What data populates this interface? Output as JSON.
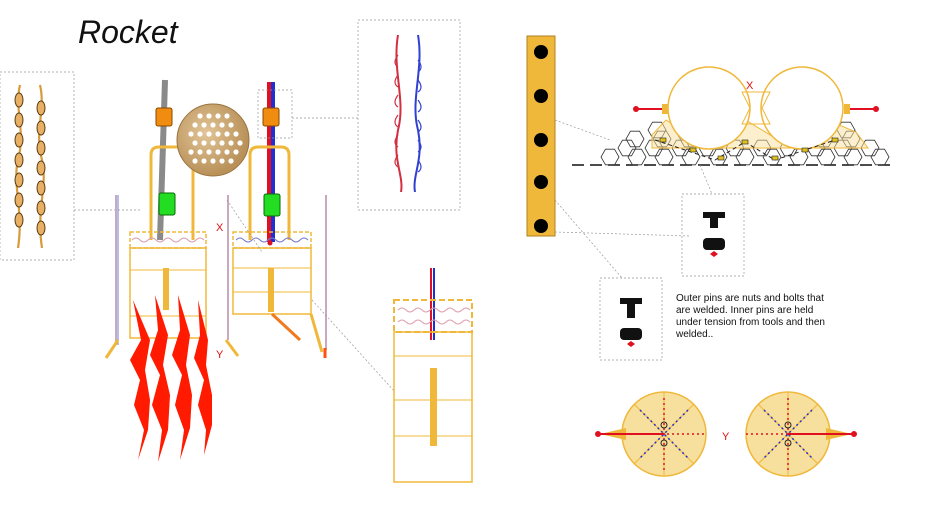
{
  "title": "Rocket",
  "labels": {
    "x_left": "X",
    "y_left": "Y",
    "x_right": "X",
    "y_right": "Y"
  },
  "note": "Outer pins are nuts and bolts that are welded. Inner pins are held under tension from tools and then welded..",
  "colors": {
    "frame": "#f0b83a",
    "frame_fill": "#f7df9e",
    "flame": "#ff1a00",
    "red": "#e01020",
    "blue": "#2030d0",
    "grey": "#8a8a8a",
    "orange_block": "#f08c10",
    "green_block": "#22dd22",
    "label": "#e01010",
    "hex": "#333333"
  }
}
